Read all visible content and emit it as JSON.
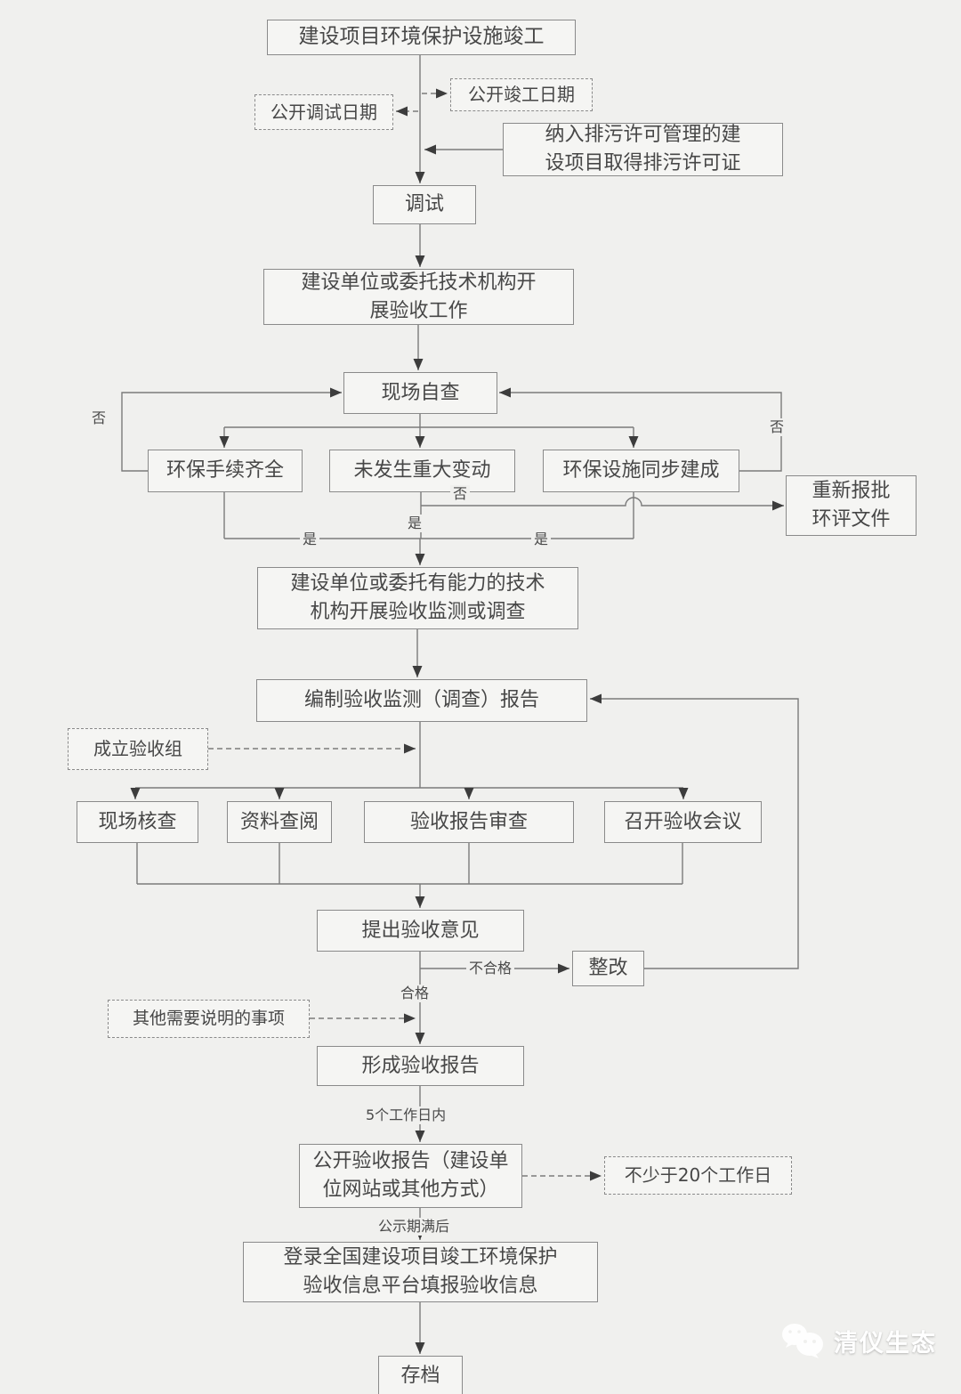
{
  "flow": {
    "nodes": {
      "start": "建设项目环境保护设施竣工",
      "publish_completion_date": "公开竣工日期",
      "publish_debug_date": "公开调试日期",
      "pollution_permit": "纳入排污许可管理的建\n设项目取得排污许可证",
      "debug": "调试",
      "carry_out_acceptance": "建设单位或委托技术机构开\n展验收工作",
      "self_check": "现场自查",
      "procedures_complete": "环保手续齐全",
      "no_major_change": "未发生重大变动",
      "facilities_built": "环保设施同步建成",
      "re_approve": "重新报批\n环评文件",
      "monitor_survey": "建设单位或委托有能力的技术\n机构开展验收监测或调查",
      "compile_report": "编制验收监测（调查）报告",
      "form_group": "成立验收组",
      "site_verify": "现场核查",
      "review_materials": "资料查阅",
      "report_review": "验收报告审查",
      "hold_meeting": "召开验收会议",
      "acceptance_opinion": "提出验收意见",
      "rectify": "整改",
      "other_matters": "其他需要说明的事项",
      "final_report": "形成验收报告",
      "publish_report": "公开验收报告（建设单\n位网站或其他方式）",
      "min_20_days": "不少于20个工作日",
      "login_platform": "登录全国建设项目竣工环境保护\n验收信息平台填报验收信息",
      "archive": "存档"
    },
    "labels": {
      "no_left": "否",
      "no_right": "否",
      "no_mid": "否",
      "yes_left": "是",
      "yes_mid": "是",
      "yes_right": "是",
      "fail": "不合格",
      "pass": "合格",
      "within_5_days": "5个工作日内",
      "after_publicity": "公示期满后"
    },
    "watermark": "清仪生态",
    "colors": {
      "background": "#f0f0ee",
      "box_border": "#8a8a8a",
      "line": "#7a7a7a",
      "arrow": "#3c3c3c",
      "text": "#474747",
      "watermark_text": "#ffffff"
    }
  }
}
